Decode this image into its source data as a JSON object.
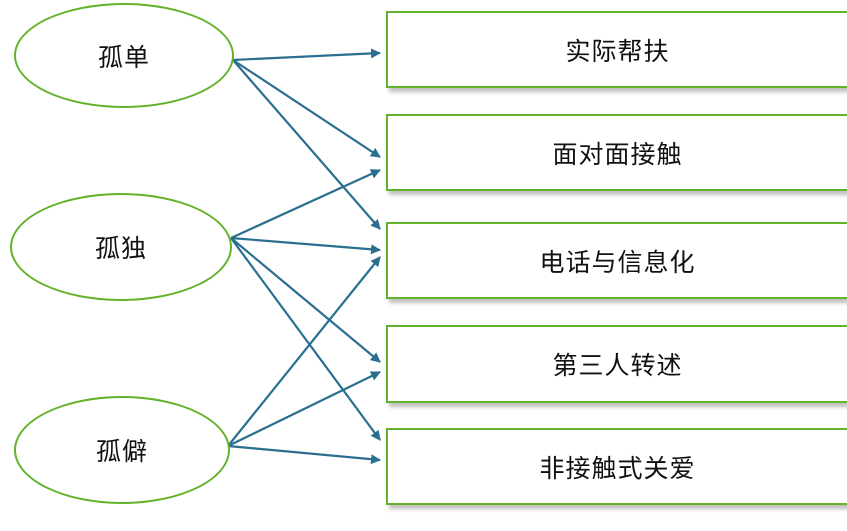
{
  "diagram": {
    "sources": [
      {
        "id": "gudan",
        "label": "孤单"
      },
      {
        "id": "gudu",
        "label": "孤独"
      },
      {
        "id": "gupi",
        "label": "孤僻"
      }
    ],
    "targets": [
      {
        "id": "help",
        "label": "实际帮扶"
      },
      {
        "id": "face",
        "label": "面对面接触"
      },
      {
        "id": "phone",
        "label": "电话与信息化"
      },
      {
        "id": "third",
        "label": "第三人转述"
      },
      {
        "id": "noncontact",
        "label": "非接触式关爱"
      }
    ],
    "edges": [
      {
        "from": "gudan",
        "to": "help"
      },
      {
        "from": "gudan",
        "to": "face"
      },
      {
        "from": "gudan",
        "to": "phone"
      },
      {
        "from": "gudu",
        "to": "face"
      },
      {
        "from": "gudu",
        "to": "phone"
      },
      {
        "from": "gudu",
        "to": "third"
      },
      {
        "from": "gudu",
        "to": "noncontact"
      },
      {
        "from": "gupi",
        "to": "phone"
      },
      {
        "from": "gupi",
        "to": "third"
      },
      {
        "from": "gupi",
        "to": "noncontact"
      }
    ],
    "colors": {
      "node_border": "#63b22a",
      "arrow": "#2a6f8f"
    }
  }
}
